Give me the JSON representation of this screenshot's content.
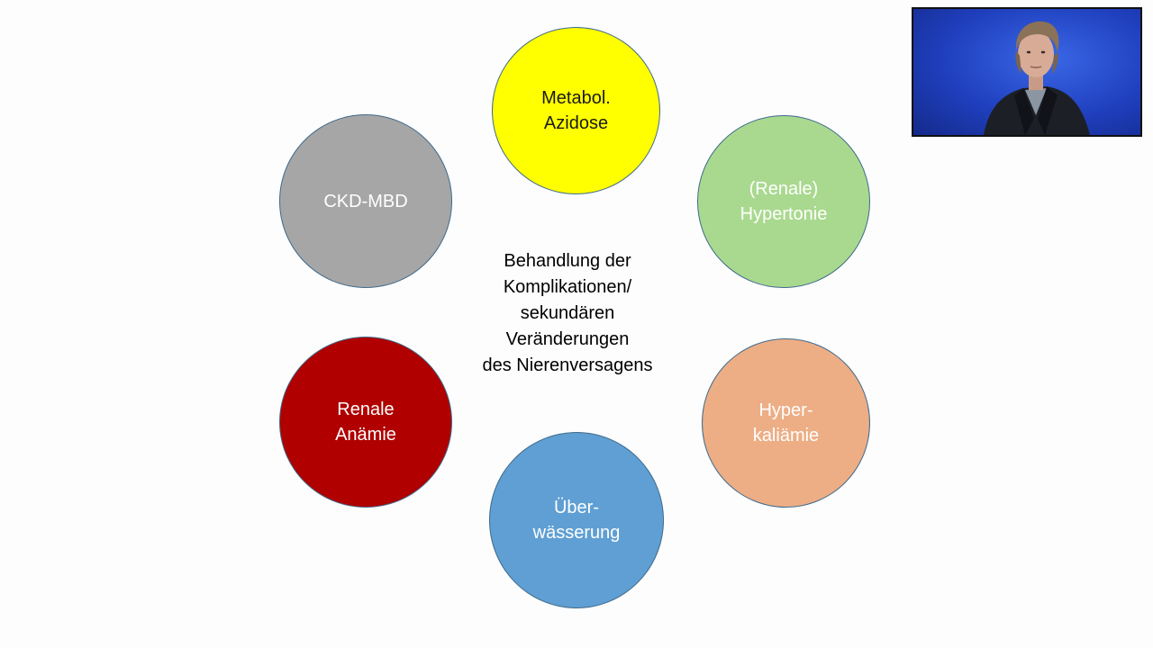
{
  "center_label": "Behandlung der\nKomplikationen/\nsekundären\nVeränderungen\ndes Nierenversagens",
  "circles": [
    {
      "label": "Metabol.\nAzidose",
      "fill": "#ffff00",
      "text_color": "#1a1a1a"
    },
    {
      "label": "(Renale)\nHypertonie",
      "fill": "#a9d98f",
      "text_color": "#ffffff"
    },
    {
      "label": "Hyper-\nkaliämie",
      "fill": "#edae85",
      "text_color": "#ffffff"
    },
    {
      "label": "Über-\nwässerung",
      "fill": "#5f9fd3",
      "text_color": "#ffffff"
    },
    {
      "label": "Renale\nAnämie",
      "fill": "#b00000",
      "text_color": "#ffffff"
    },
    {
      "label": "CKD-MBD",
      "fill": "#a6a6a6",
      "text_color": "#ffffff"
    }
  ],
  "video": {
    "subject": "presenter-webcam"
  }
}
